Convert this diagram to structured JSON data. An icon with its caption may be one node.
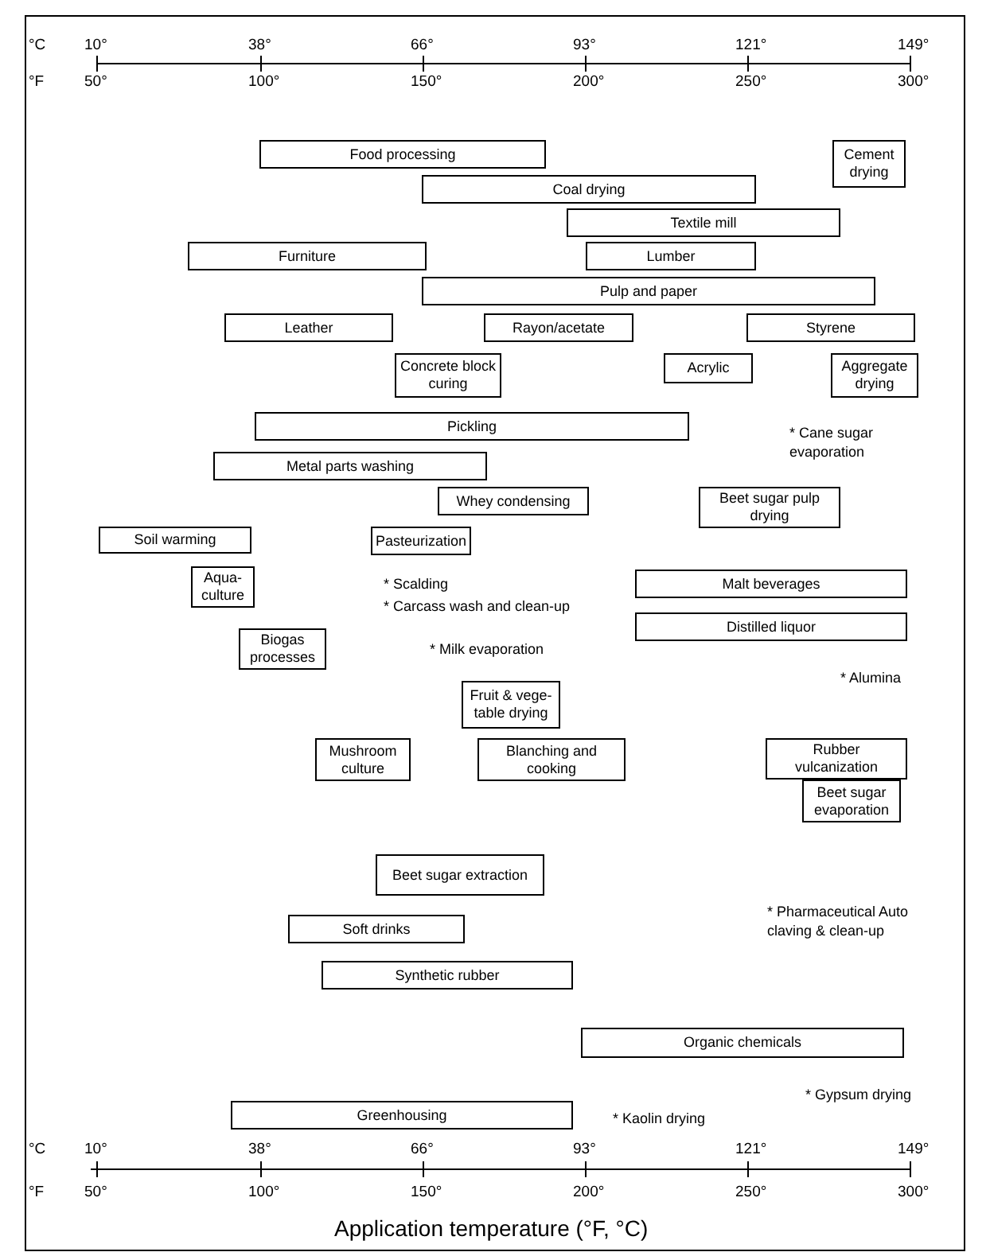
{
  "diagram": {
    "caption": "Application temperature (°F, °C)",
    "nodes": [
      {
        "text": [
          "Food processing"
        ]
      },
      {
        "text": [
          "Cement drying"
        ]
      },
      {
        "text": [
          "Coal drying"
        ]
      },
      {
        "text": [
          "Furniture"
        ]
      },
      {
        "text": [
          "Lumber"
        ]
      },
      {
        "text": [
          "Textile mill"
        ]
      },
      {
        "text": [
          "Pulp and paper"
        ]
      },
      {
        "text": [
          "Leather"
        ]
      },
      {
        "text": [
          "Rayon/acetate"
        ]
      },
      {
        "text": [
          "Styrene"
        ]
      },
      {
        "text": [
          "Concrete block curing"
        ]
      },
      {
        "text": [
          "Acrylic"
        ]
      },
      {
        "text": [
          "Aggregate drying"
        ]
      },
      {
        "text": [
          "Pickling"
        ]
      },
      {
        "text": [
          "Metal parts washing"
        ]
      },
      {
        "text": [
          "Whey condensing"
        ]
      },
      {
        "text": [
          "Beet sugar pulp drying"
        ]
      },
      {
        "text": [
          "Soil warming"
        ]
      },
      {
        "text": [
          "Pasteurization"
        ]
      },
      {
        "text": [
          "Aqua-culture"
        ]
      },
      {
        "text": [
          "Malt beverages"
        ]
      },
      {
        "text": [
          "Distilled liquor"
        ]
      },
      {
        "text": [
          "Biogas processes"
        ]
      },
      {
        "text": [
          "Fruit & vege-table drying"
        ]
      },
      {
        "text": [
          "Mushroom culture"
        ]
      },
      {
        "text": [
          "Blanching and cooking"
        ]
      },
      {
        "text": [
          "Rubber vulcanization"
        ]
      },
      {
        "text": [
          "Beet sugar evaporation"
        ]
      },
      {
        "text": [
          "Beet sugar extraction"
        ]
      },
      {
        "text": [
          "Soft drinks"
        ]
      },
      {
        "text": [
          "Synthetic rubber"
        ]
      },
      {
        "text": [
          "Organic chemicals"
        ]
      },
      {
        "text": [
          "Greenhousing"
        ]
      }
    ],
    "labels": [
      "°C",
      "10°",
      "38°",
      "66°",
      "93°",
      "121°",
      "149°",
      "°F",
      "50°",
      "100°",
      "150°",
      "200°",
      "250°",
      "300°",
      "* Cane sugar evaporation",
      "* Scalding",
      "* Carcass wash and clean-up",
      "* Milk evaporation",
      "* Alumina",
      "* Pharmaceutical Auto claving & clean-up",
      "* Gypsum drying",
      "* Kaolin drying",
      "°C",
      "10°",
      "38°",
      "66°",
      "93°",
      "121°",
      "149°",
      "°F",
      "50°",
      "100°",
      "150°",
      "200°",
      "250°",
      "300°"
    ]
  }
}
